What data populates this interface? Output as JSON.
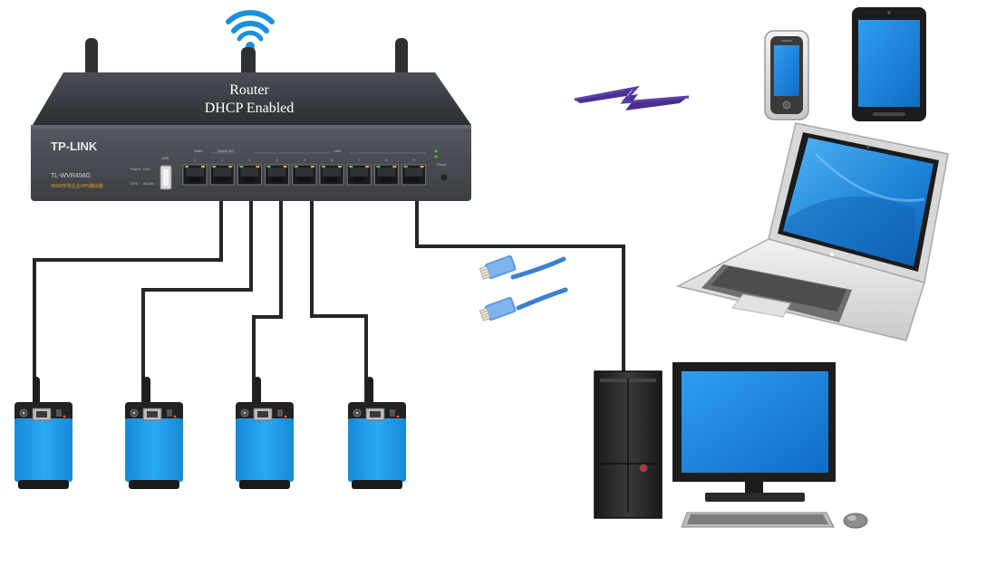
{
  "router": {
    "caption_line1": "Router",
    "caption_line2": "DHCP Enabled",
    "brand": "TP-LINK",
    "model": "TL-WVR458G",
    "subtitle": "450M无线企业VPN路由器",
    "port_group_labels": [
      "WAN",
      "WAN/LAN",
      "LAN"
    ],
    "port_numbers": [
      "1",
      "2",
      "3",
      "4",
      "5",
      "6",
      "7",
      "8",
      "9"
    ],
    "usb_label": "USB",
    "reset_label": "Reset",
    "led_labels": [
      "Power",
      "Link",
      "SYS",
      "WLAN"
    ]
  },
  "devices": {
    "cameras": [
      "camera-1",
      "camera-2",
      "camera-3",
      "camera-4"
    ],
    "wireless_clients": [
      "smartphone",
      "tablet",
      "laptop"
    ],
    "wired_client": "desktop-pc"
  },
  "colors": {
    "router_body": "#3a3d42",
    "cable": "#262626",
    "camera_blue": "#1e9be8",
    "screen_blue": "#1e88d8",
    "wifi_blue": "#1a90e0",
    "ethernet_blue": "#3a7fd4"
  }
}
